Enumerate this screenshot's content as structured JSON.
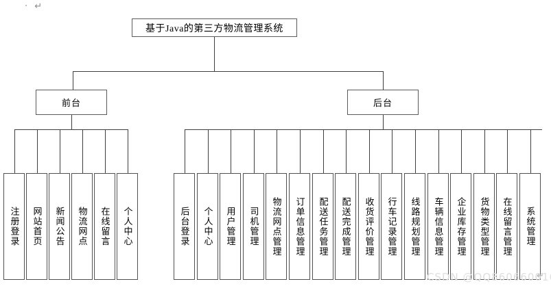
{
  "document": {
    "paragraph_mark": "· ↵",
    "watermark": "CSDN @QQ860660016",
    "watermark_return_glyph": "↵"
  },
  "diagram": {
    "type": "tree",
    "root": {
      "label": "基于Java的第三方物流管理系统"
    },
    "branches": [
      {
        "id": "frontend",
        "label": "前台",
        "children": [
          {
            "label": "注册登录"
          },
          {
            "label": "网站首页"
          },
          {
            "label": "新闻公告"
          },
          {
            "label": "物流网点"
          },
          {
            "label": "在线留言"
          },
          {
            "label": "个人中心"
          }
        ]
      },
      {
        "id": "backend",
        "label": "后台",
        "children": [
          {
            "label": "后台登录"
          },
          {
            "label": "个人中心"
          },
          {
            "label": "用户管理"
          },
          {
            "label": "司机管理"
          },
          {
            "label": "物流网点管理"
          },
          {
            "label": "订单信息管理"
          },
          {
            "label": "配送任务管理"
          },
          {
            "label": "配送完成管理"
          },
          {
            "label": "收货评价管理"
          },
          {
            "label": "行车记录管理"
          },
          {
            "label": "线路规划管理"
          },
          {
            "label": "车辆信息管理"
          },
          {
            "label": "企业库存管理"
          },
          {
            "label": "货物类型管理"
          },
          {
            "label": "在线留言管理"
          },
          {
            "label": "系统管理"
          }
        ]
      }
    ],
    "colors": {
      "box_border": "#4f4f4f",
      "line": "#3d3d3d",
      "background": "#ffffff",
      "text": "#000000",
      "watermark": "#dedede"
    }
  }
}
